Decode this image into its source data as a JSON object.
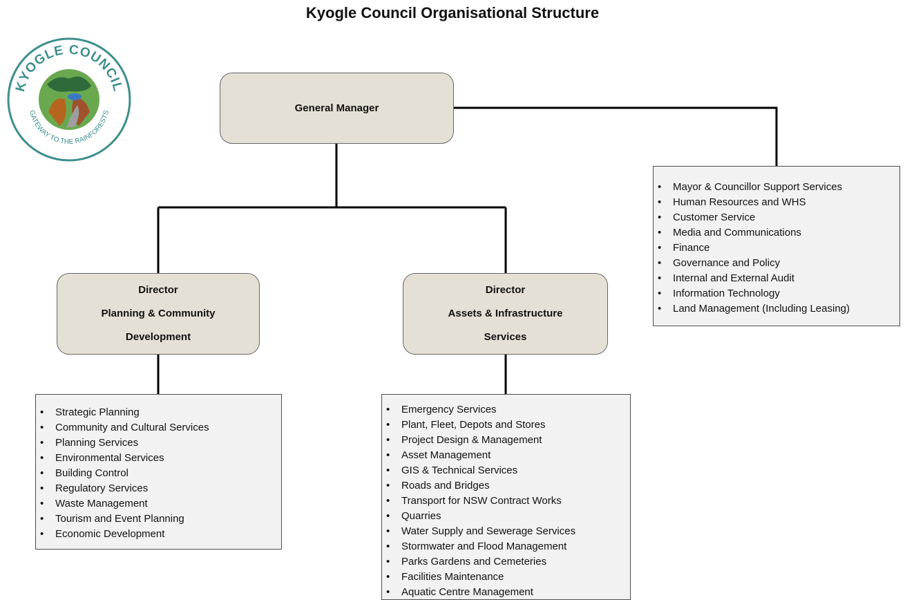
{
  "title": "Kyogle Council Organisational Structure",
  "logo": {
    "top_text": "KYOGLE COUNCIL",
    "bottom_text": "GATEWAY TO THE RAINFORESTS"
  },
  "general_manager": {
    "label": "General Manager",
    "services": [
      "Mayor & Councillor Support Services",
      "Human Resources and WHS",
      "Customer Service",
      "Media and Communications",
      "Finance",
      "Governance and Policy",
      "Internal and External Audit",
      "Information Technology",
      "Land Management (Including Leasing)"
    ]
  },
  "director_planning": {
    "lines": [
      "Director",
      "Planning & Community",
      "Development"
    ],
    "services": [
      "Strategic Planning",
      "Community and Cultural Services",
      "Planning Services",
      "Environmental Services",
      "Building Control",
      "Regulatory Services",
      "Waste Management",
      "Tourism and Event Planning",
      "Economic Development"
    ]
  },
  "director_assets": {
    "lines": [
      "Director",
      "Assets & Infrastructure",
      "Services"
    ],
    "services": [
      "Emergency Services",
      "Plant, Fleet, Depots and Stores",
      "Project Design & Management",
      "Asset Management",
      "GIS & Technical Services",
      "Roads and Bridges",
      "Transport for NSW Contract Works",
      "Quarries",
      "Water Supply and Sewerage Services",
      "Stormwater and Flood Management",
      "Parks Gardens and Cemeteries",
      "Facilities Maintenance",
      "Aquatic Centre Management"
    ]
  },
  "colors": {
    "role_box_fill": "#e5e0d5",
    "list_box_fill": "#f2f2f2",
    "connector": "#000000",
    "logo_teal": "#3d8f8c"
  }
}
